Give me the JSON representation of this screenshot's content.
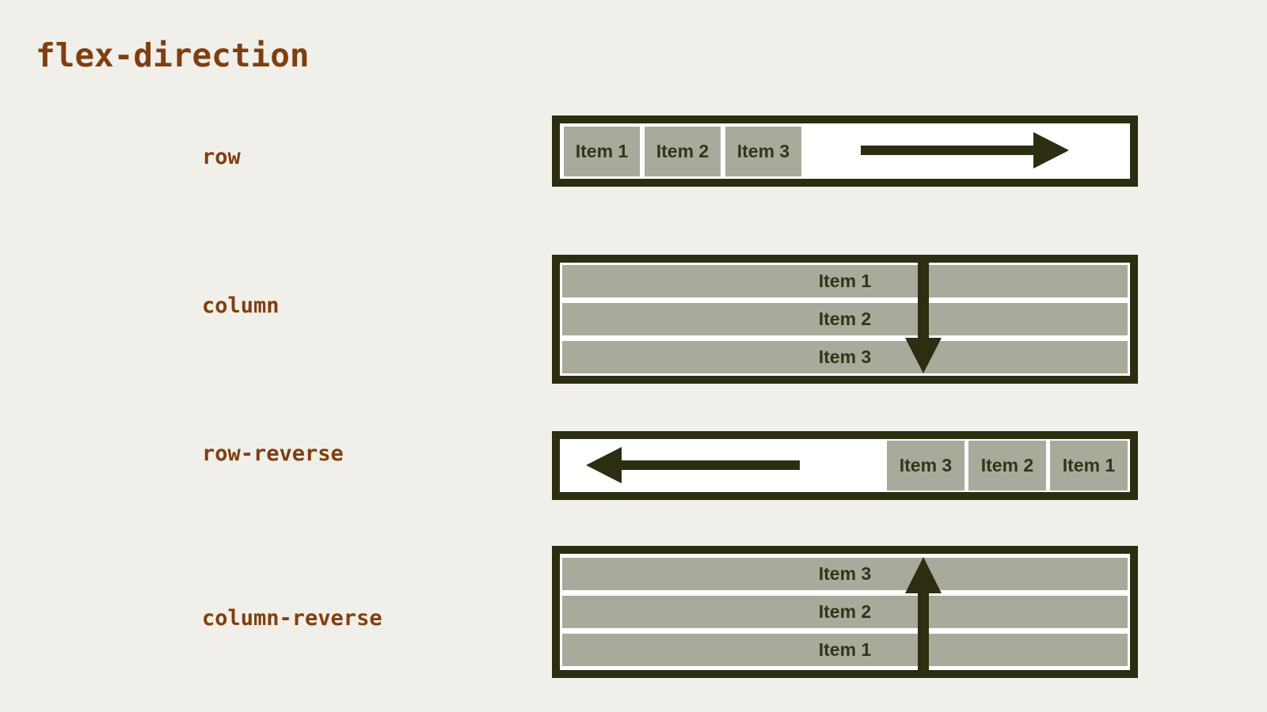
{
  "title": "flex-direction",
  "colors": {
    "background": "#f0efe9",
    "dark_olive": "#2c2d11",
    "item_gray": "#a9aa9b",
    "item_text": "#333517",
    "label_brown": "#803e10",
    "box_white": "#ffffff"
  },
  "rows": [
    {
      "label": "row",
      "direction": "right",
      "items": [
        "Item 1",
        "Item 2",
        "Item 3"
      ]
    },
    {
      "label": "column",
      "direction": "down",
      "items": [
        "Item 1",
        "Item 2",
        "Item 3"
      ]
    },
    {
      "label": "row-reverse",
      "direction": "left",
      "items": [
        "Item 3",
        "Item 2",
        "Item 1"
      ]
    },
    {
      "label": "column-reverse",
      "direction": "up",
      "items": [
        "Item 3",
        "Item 2",
        "Item 1"
      ]
    }
  ]
}
